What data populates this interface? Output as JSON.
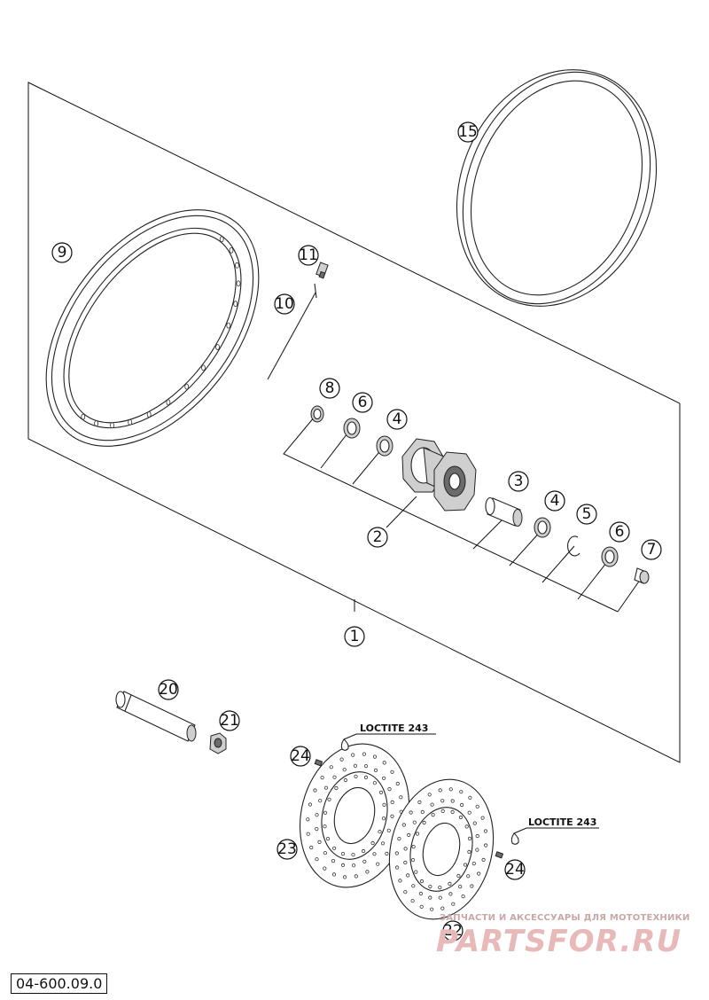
{
  "diagram": {
    "document_number": "04-600.09.0",
    "callouts": [
      "1",
      "2",
      "3",
      "4",
      "5",
      "6",
      "7",
      "8",
      "9",
      "10",
      "11",
      "15",
      "20",
      "21",
      "22",
      "23",
      "24"
    ],
    "notes": [
      "LOCTITE 243",
      "LOCTITE 243"
    ],
    "watermark": {
      "tagline": "ЗАПЧАСТИ И АКСЕССУАРЫ ДЛЯ МОТОТЕХНИКИ",
      "logo": "PARTSFOR.RU",
      "color": "#e8b9b9"
    }
  }
}
